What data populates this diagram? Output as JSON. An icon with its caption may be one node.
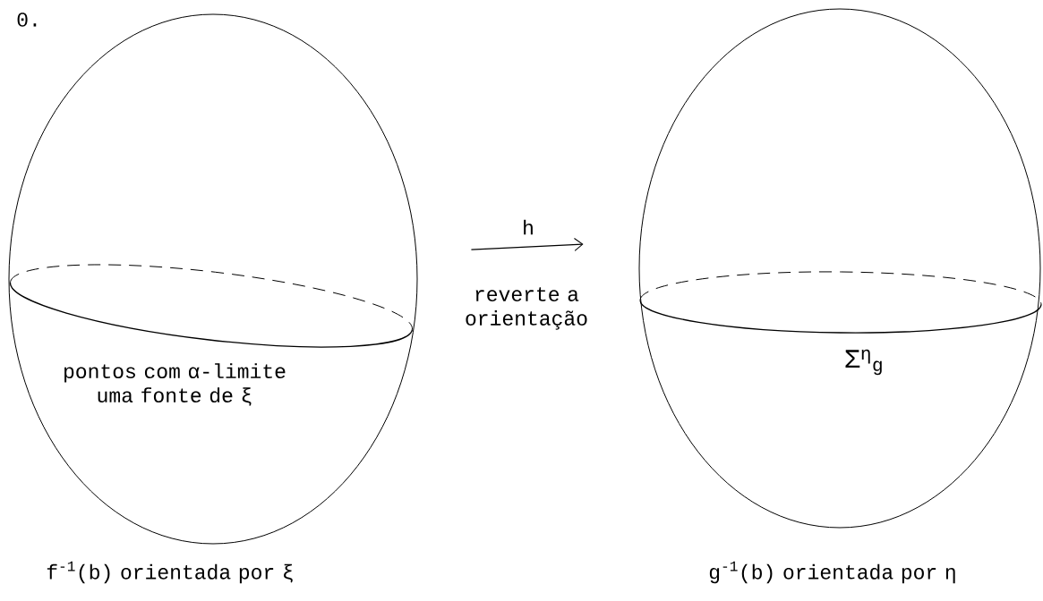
{
  "diagram": {
    "nodes": [
      {
        "text": [
          "pontos com α-limite uma fonte de ξ"
        ],
        "beside": [
          "f$^{-1}$(b) orientada por ξ"
        ]
      },
      {
        "text": [
          "Σ$^{η}$$_{g}$"
        ],
        "beside": [
          "g$^{-1}$(b) orientada por η"
        ]
      }
    ],
    "edges": [
      {
        "from": 0,
        "to": 1,
        "arrow": "to",
        "label": "h"
      }
    ],
    "labels": [
      "0.",
      "reverte a orientação"
    ]
  }
}
